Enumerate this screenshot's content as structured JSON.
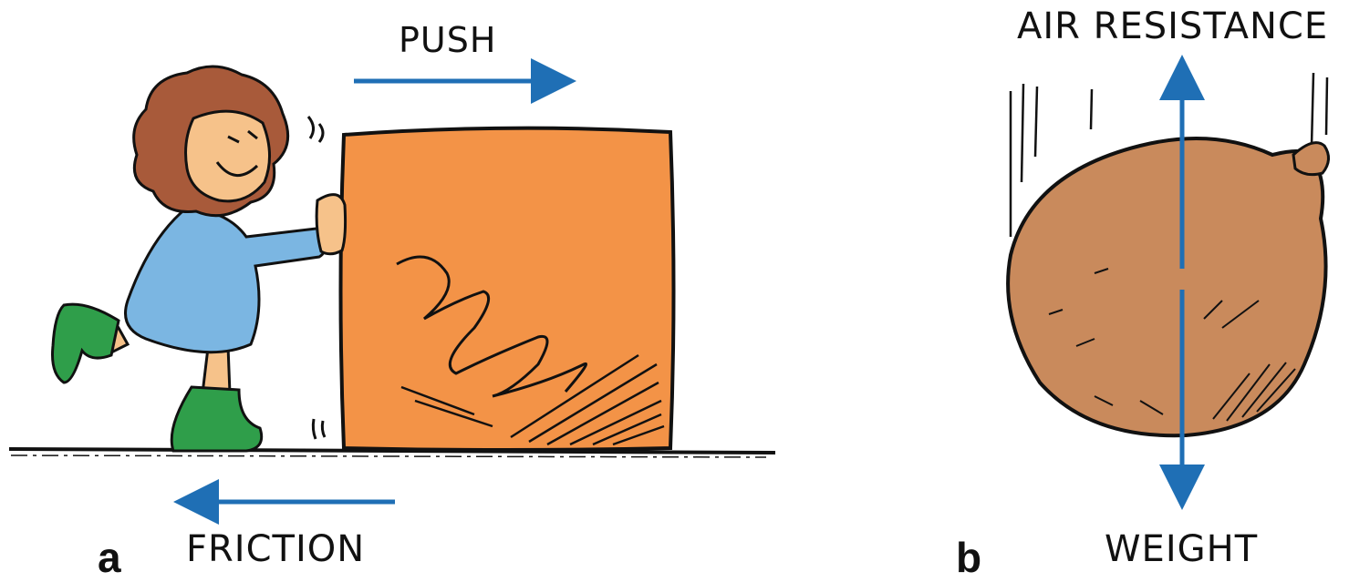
{
  "panels": {
    "a": {
      "letter": "a",
      "push_label": "PUSH",
      "friction_label": "FRICTION"
    },
    "b": {
      "letter": "b",
      "air_resistance_label": "AIR RESISTANCE",
      "weight_label": "WEIGHT"
    }
  },
  "colors": {
    "arrow": "#1f6fb5",
    "box": "#f39347",
    "dress": "#7bb6e2",
    "hair": "#a85a3a",
    "boots": "#2f9e4a",
    "skin": "#f6c28a",
    "sack": "#c98a5c",
    "ink": "#111111"
  }
}
